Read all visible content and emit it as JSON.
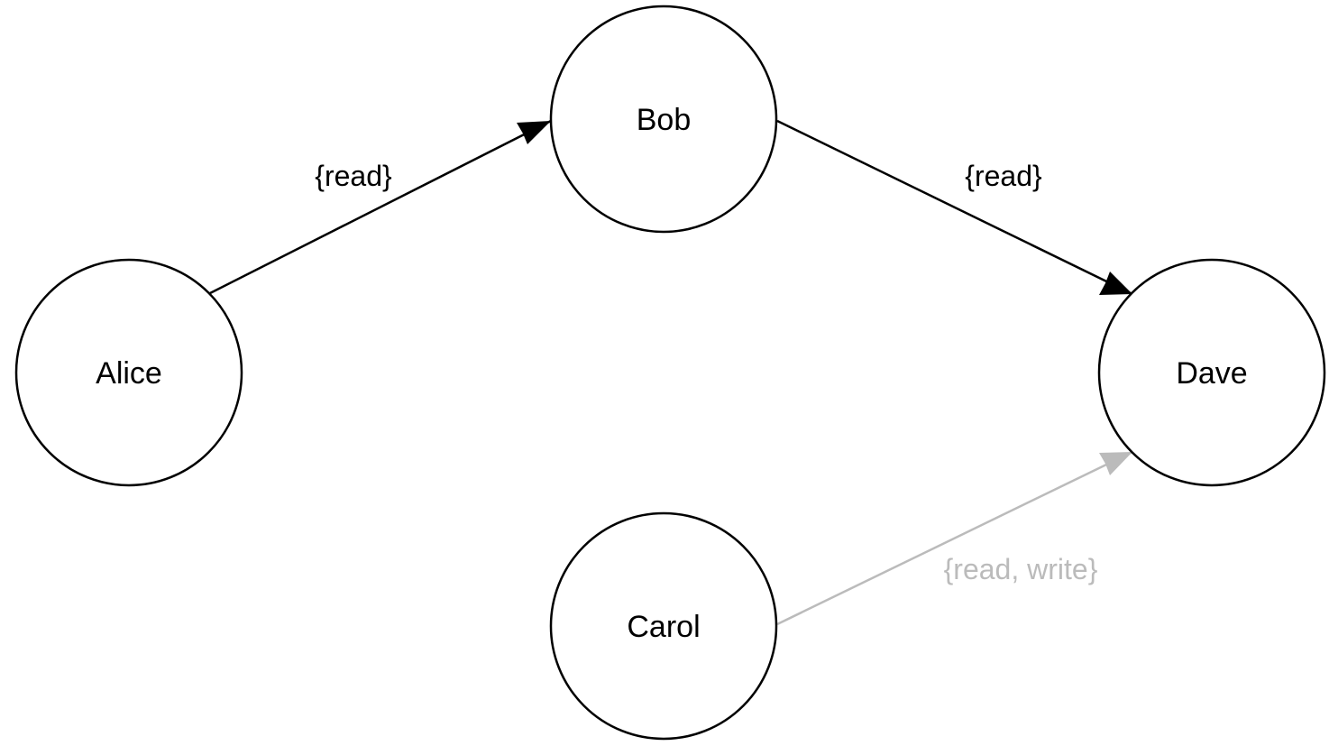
{
  "nodes": [
    {
      "id": "alice",
      "label": "Alice"
    },
    {
      "id": "bob",
      "label": "Bob"
    },
    {
      "id": "carol",
      "label": "Carol"
    },
    {
      "id": "dave",
      "label": "Dave"
    }
  ],
  "edges": [
    {
      "id": "alice-bob",
      "from": "Alice",
      "to": "Bob",
      "label": "{read}",
      "color": "#000000"
    },
    {
      "id": "bob-dave",
      "from": "Bob",
      "to": "Dave",
      "label": "{read}",
      "color": "#000000"
    },
    {
      "id": "carol-dave",
      "from": "Carol",
      "to": "Dave",
      "label": "{read, write}",
      "color": "#bbbbbb"
    }
  ]
}
